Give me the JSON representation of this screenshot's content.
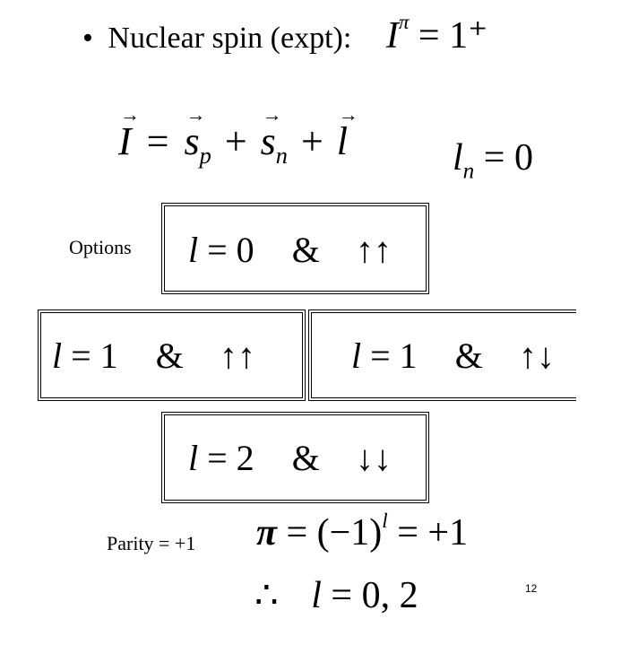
{
  "bullet_line": {
    "bullet": "•",
    "text": "Nuclear spin (expt):",
    "value": "1⁺"
  },
  "equation_main": {
    "I": "I",
    "eq": "=",
    "sp": "s",
    "sp_sub": "p",
    "plus1": "+",
    "sn": "s",
    "sn_sub": "n",
    "plus2": "+",
    "l": "l"
  },
  "ln_equation": {
    "l": "l",
    "sub": "n",
    "rest": " = 0"
  },
  "options_label": "Options",
  "options": [
    {
      "lhs": "l",
      "rhs": " = 0",
      "amp": "&",
      "spins": "↑↑"
    },
    {
      "lhs": "l",
      "rhs": " = 1",
      "amp": "&",
      "spins": "↑↑"
    },
    {
      "lhs": "l",
      "rhs": " = 1",
      "amp": "&",
      "spins": "↑↓"
    },
    {
      "lhs": "l",
      "rhs": " = 2",
      "amp": "&",
      "spins": "↓↓"
    }
  ],
  "parity_label": "Parity = +1",
  "parity_equation": {
    "pi": "π",
    "mid": " = (−1)",
    "exp": "l",
    "end": " = +1"
  },
  "conclusion": {
    "therefore": "∴",
    "l": "l",
    "rest": " = 0, 2"
  },
  "page_number": "12"
}
